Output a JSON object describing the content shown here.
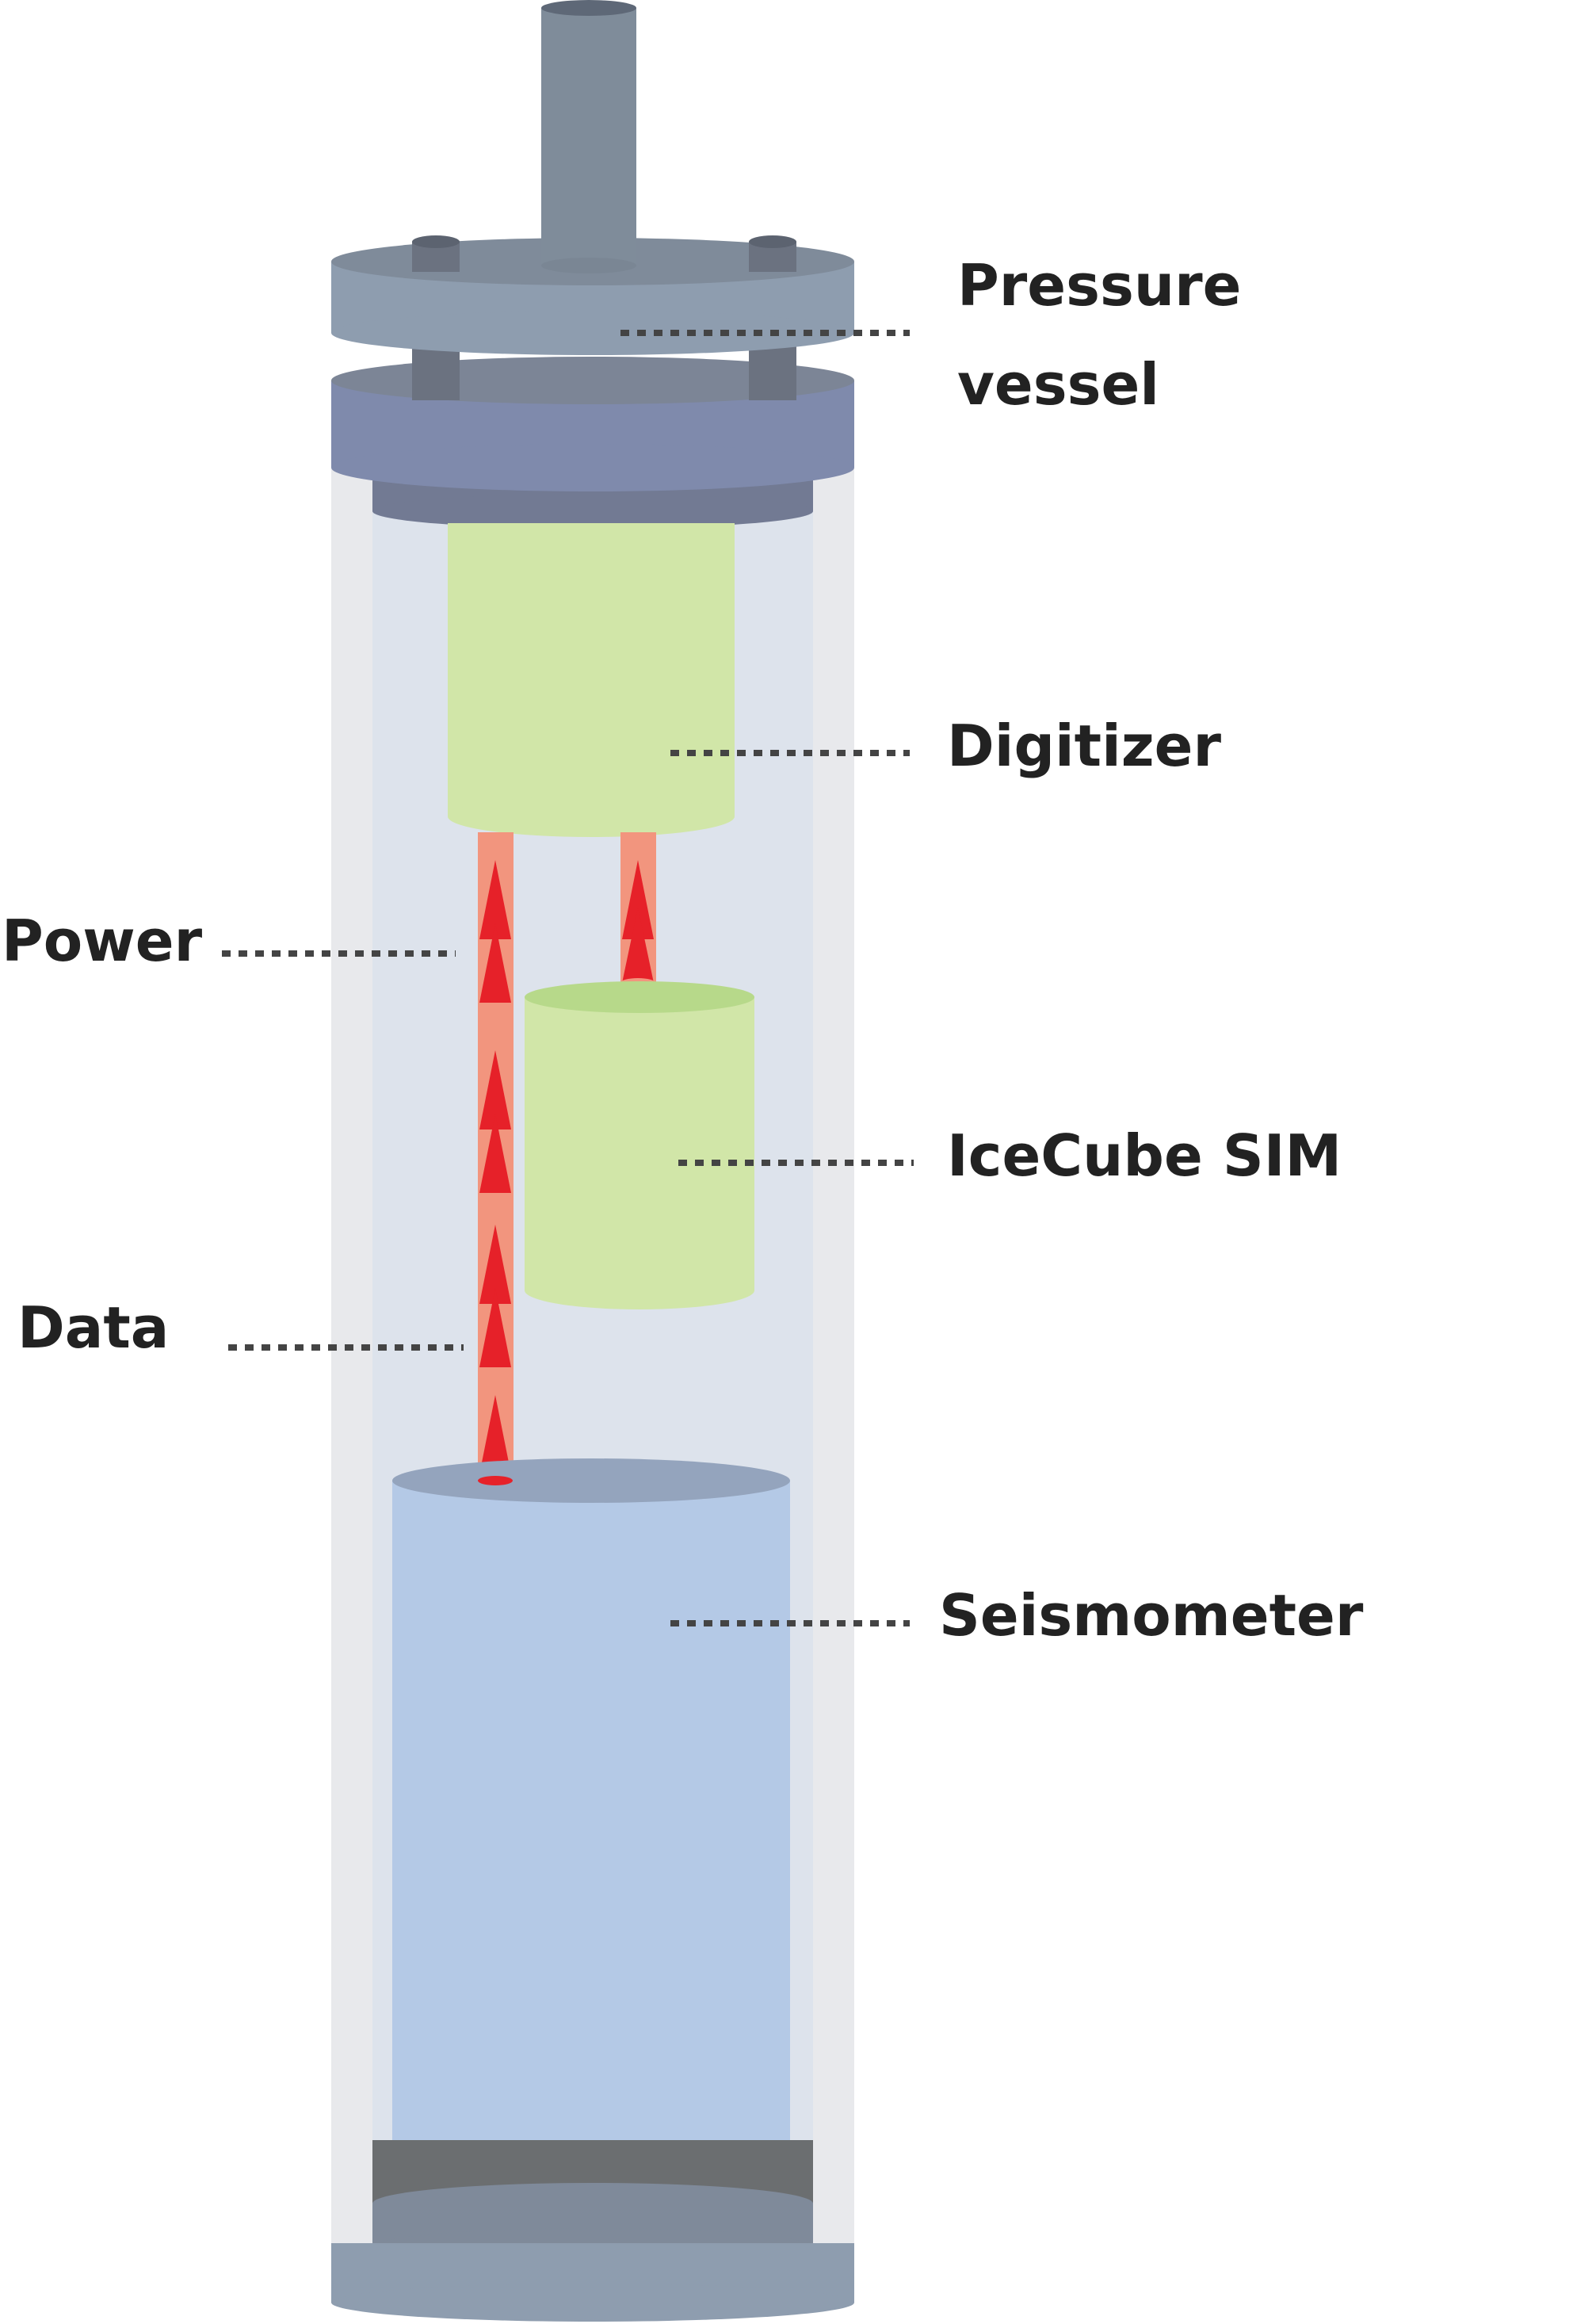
{
  "labels": {
    "pressure_vessel_line1": "Pressure",
    "pressure_vessel_line2": "vessel",
    "digitizer": "Digitizer",
    "power": "Power",
    "icecube_sim": "IceCube SIM",
    "data": "Data",
    "seismometer": "Seismometer"
  },
  "colors": {
    "housing": "#e8e9ec",
    "interior": "#dde3ec",
    "flange_top": "#8e9daf",
    "flange_lower": "#7f8aac",
    "pipe": "#7f8c9a",
    "bolt": "#6b7280",
    "digitizer": "#d1e6a8",
    "sim": "#d1e6a8",
    "sim_top": "#b7d98a",
    "seismometer": "#b4c9e6",
    "seismometer_top": "#94a4bd",
    "cable": "#f2957e",
    "arrow": "#e62129",
    "base_dark": "#6b6e70",
    "base": "#7f8a9a",
    "leader": "#444444",
    "text": "#222222"
  }
}
